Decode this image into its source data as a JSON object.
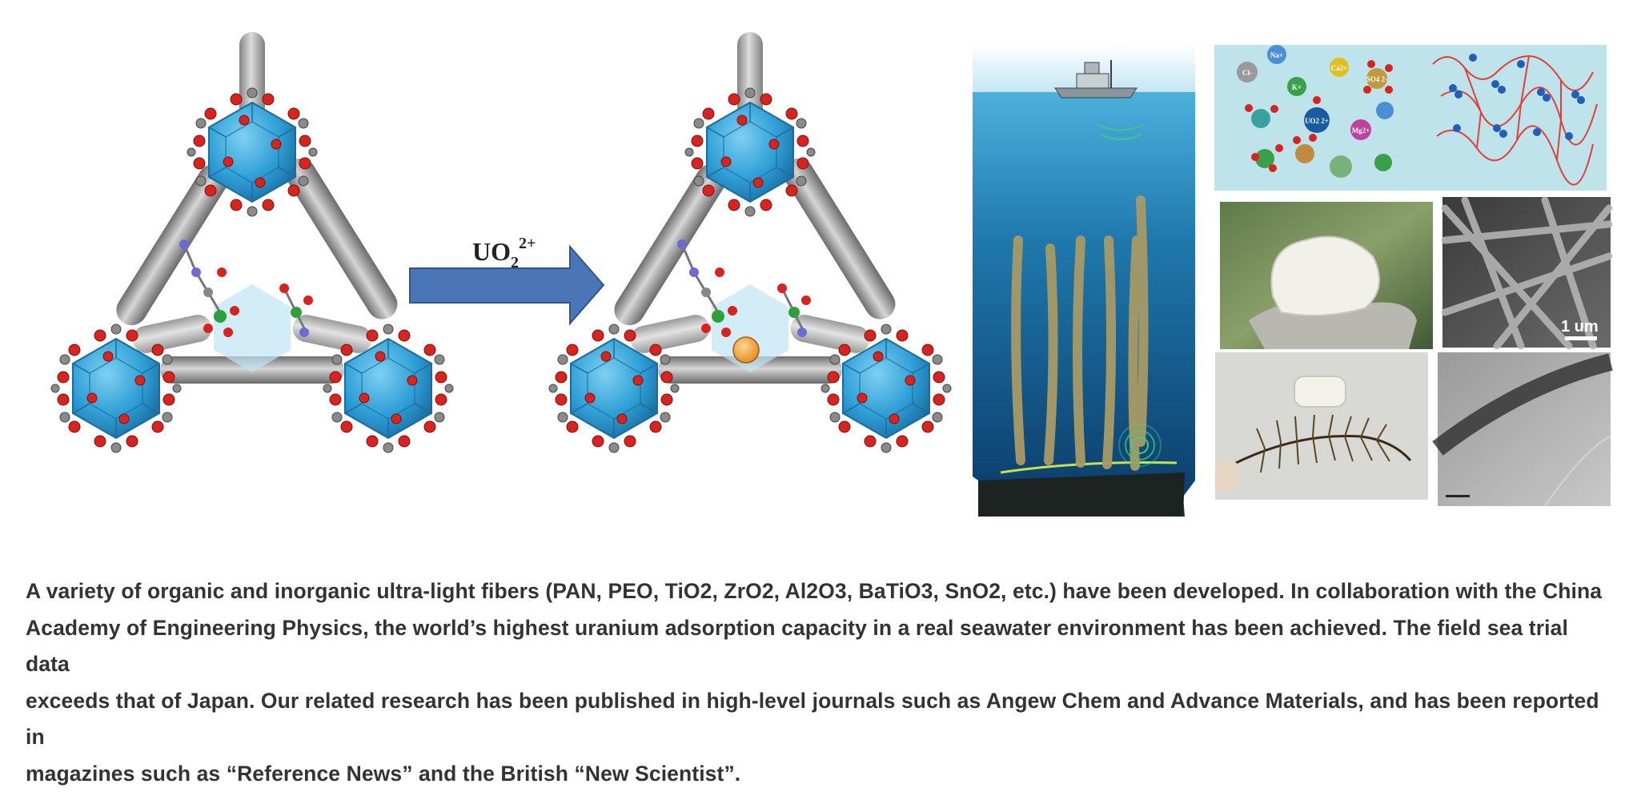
{
  "reaction": {
    "species": "UO",
    "subscript": "2",
    "superscript": "2+"
  },
  "micrograph": {
    "scale_bar": "1 um"
  },
  "ions": [
    "Na+",
    "Cl-",
    "Ca2+",
    "Mg2+",
    "UO2 2+",
    "SO4 2-",
    "K+"
  ],
  "caption": {
    "line1": "A variety of organic and inorganic ultra-light fibers (PAN, PEO, TiO2, ZrO2, Al2O3, BaTiO3, SnO2, etc.) have been developed. In collaboration with the China",
    "line2": "Academy of Engineering Physics, the world’s highest uranium adsorption capacity in a real seawater environment has been achieved. The field sea trial data",
    "line3": "exceeds that of Japan. Our related research has been published in high-level journals such as Angew Chem and Advance Materials, and has been reported in",
    "line4": "magazines such as “Reference News” and the British “New Scientist”."
  },
  "colors": {
    "cluster_blue": "#2f9fd6",
    "linker_gray": "#8c8c8c",
    "arrow_blue": "#4a76b8",
    "sea_deep": "#0b3f6e",
    "caption_text": "#333333"
  }
}
